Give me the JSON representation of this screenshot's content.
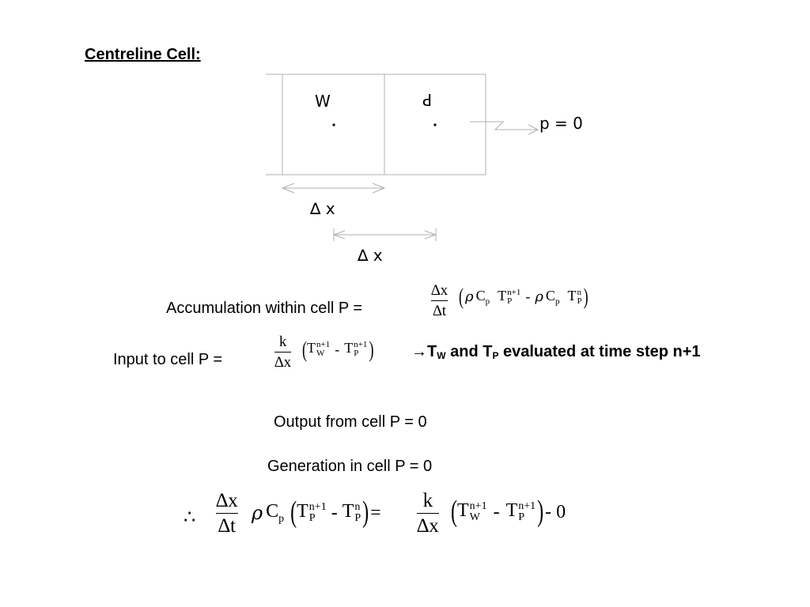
{
  "title": "Centreline Cell:",
  "diagram": {
    "label_w": "W",
    "label_p": "P",
    "label_boundary": "p = 0",
    "dx_label_1": "∆ x",
    "dx_label_2": "∆ x"
  },
  "accumulation": {
    "label": "Accumulation within cell P =",
    "frac_num": "∆x",
    "frac_den": "∆t",
    "rho": "ρ",
    "C": "C",
    "p_sub": "p",
    "T": "T",
    "sup_n1": "n+1",
    "sub_P": "P",
    "minus": "-",
    "sup_n": "n"
  },
  "input": {
    "label": "Input to cell P =",
    "frac_num": "k",
    "frac_den": "∆x",
    "T": "T",
    "sup_n1": "n+1",
    "sub_W": "W",
    "sub_P": "P",
    "minus": "-"
  },
  "note": {
    "arrow": "→",
    "T1": "T",
    "sub_W": "W",
    "mid": " and T",
    "sub_P": "P",
    "rest": " evaluated at time step n+1"
  },
  "output": {
    "label": "Output from cell P = 0"
  },
  "generation": {
    "label": "Generation in cell P = 0"
  },
  "final": {
    "therefore": "∴",
    "frac1_num": "∆x",
    "frac1_den": "∆t",
    "rho": "ρ",
    "C": "C",
    "p_sub": "p",
    "T": "T",
    "sup_n1": "n+1",
    "sup_n": "n",
    "sub_P": "P",
    "sub_W": "W",
    "minus": "-",
    "equals": "=",
    "frac2_num": "k",
    "frac2_den": "∆x",
    "tail": "- 0"
  }
}
